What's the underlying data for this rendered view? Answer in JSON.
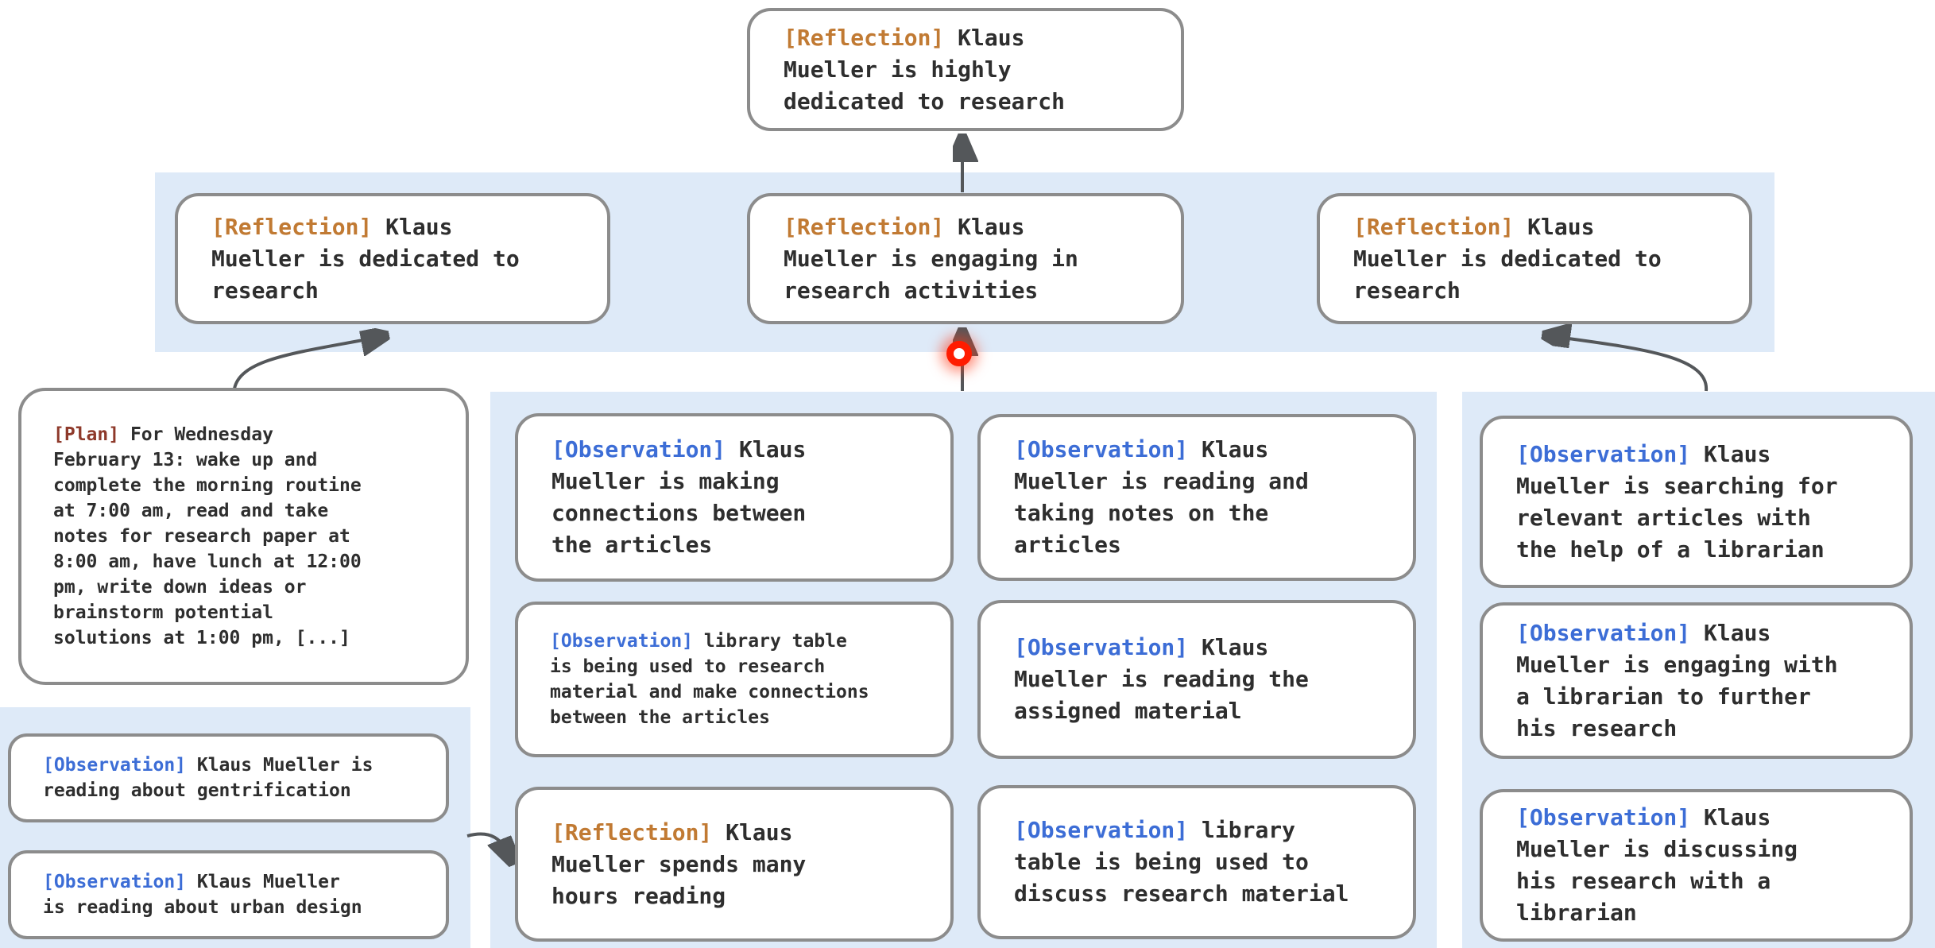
{
  "colors": {
    "reflection-tag": "#c17a33",
    "plan-tag": "#8e392a",
    "observation-tag": "#3c6dd6",
    "band": "#deeaf8",
    "node-border": "#8c8c8c",
    "node-fill": "#ffffff",
    "text": "#2e2e2e",
    "arrow": "#54575a",
    "highlight-dot": "#ff1c00"
  },
  "nodes": {
    "root": {
      "tag": "[Reflection]",
      "text": " Klaus\nMueller is highly\ndedicated to research"
    },
    "r2_left": {
      "tag": "[Reflection]",
      "text": " Klaus\nMueller is dedicated to\nresearch"
    },
    "r2_mid": {
      "tag": "[Reflection]",
      "text": " Klaus\nMueller is engaging in\nresearch activities"
    },
    "r2_right": {
      "tag": "[Reflection]",
      "text": " Klaus\nMueller is dedicated to\nresearch"
    },
    "plan": {
      "tag": "[Plan]",
      "text": " For Wednesday\nFebruary 13: wake up and\ncomplete the morning routine\nat 7:00 am, read and take\nnotes for research paper at\n8:00 am, have lunch at 12:00\npm, write down ideas or\nbrainstorm potential\nsolutions at 1:00 pm, [...]"
    },
    "bl_top": {
      "tag": "[Observation]",
      "text": " Klaus Mueller is\nreading about gentrification"
    },
    "bl_bottom": {
      "tag": "[Observation]",
      "text": " Klaus Mueller\nis reading about urban design"
    },
    "a1": {
      "tag": "[Observation]",
      "text": " Klaus\nMueller is making\nconnections between\nthe articles"
    },
    "a2": {
      "tag": "[Observation]",
      "text": " library table\nis being used to research\nmaterial and make connections\nbetween the articles"
    },
    "a3": {
      "tag": "[Reflection]",
      "text": " Klaus\nMueller spends many\nhours reading"
    },
    "b1": {
      "tag": "[Observation]",
      "text": " Klaus\nMueller is reading and\ntaking notes on the\narticles"
    },
    "b2": {
      "tag": "[Observation]",
      "text": " Klaus\nMueller is reading the\nassigned material"
    },
    "b3": {
      "tag": "[Observation]",
      "text": " library\ntable is being used to\ndiscuss research material"
    },
    "c1": {
      "tag": "[Observation]",
      "text": " Klaus\nMueller is searching for\nrelevant articles with\nthe help of a librarian"
    },
    "c2": {
      "tag": "[Observation]",
      "text": " Klaus\nMueller is engaging with\na librarian to further\nhis research"
    },
    "c3": {
      "tag": "[Observation]",
      "text": " Klaus\nMueller is discussing\nhis research with a\nlibrarian"
    }
  }
}
